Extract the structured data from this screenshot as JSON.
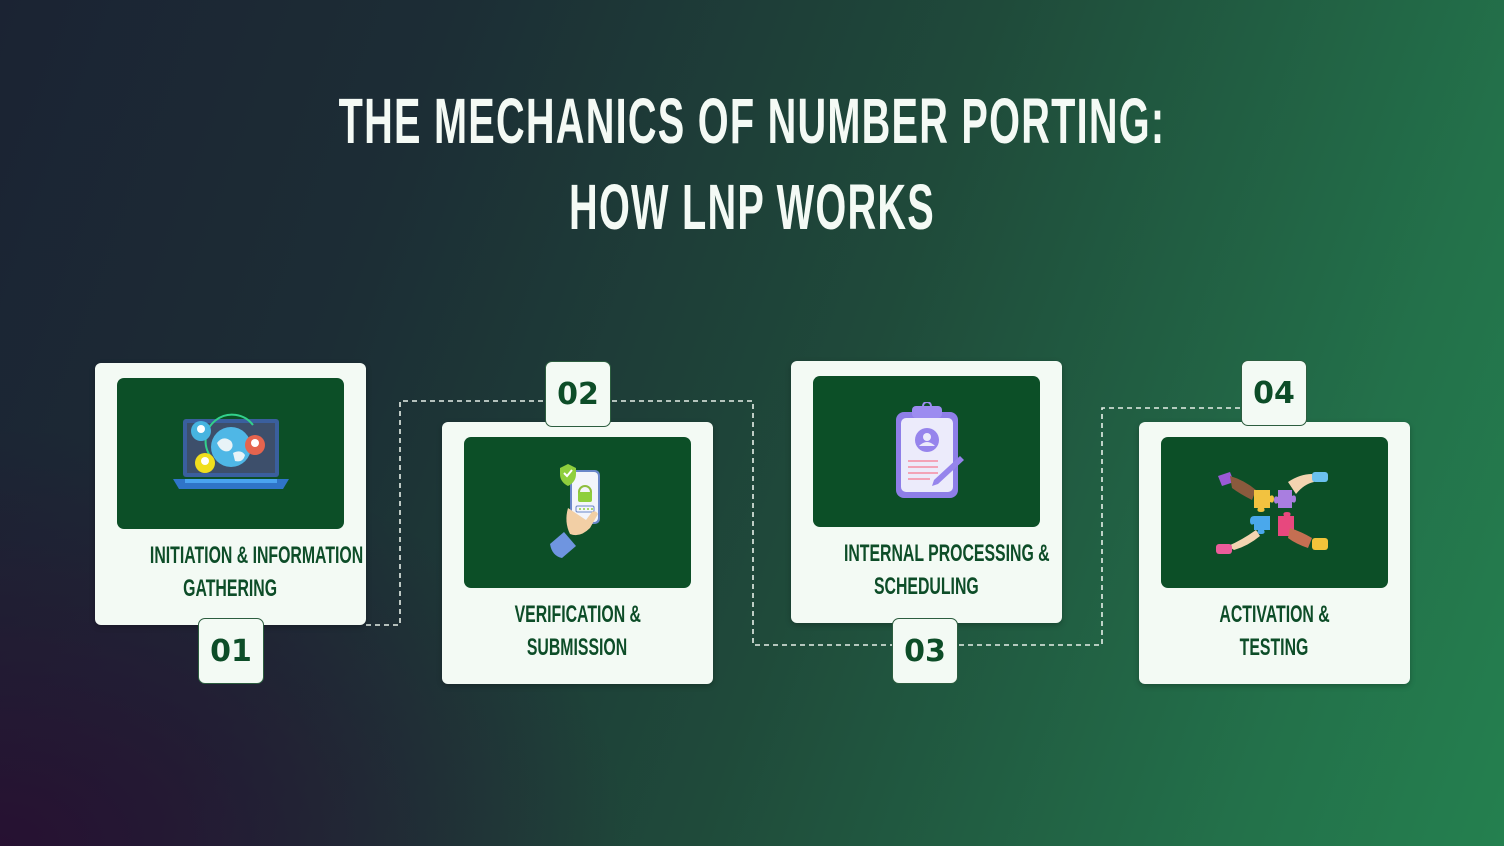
{
  "title": {
    "line1": "THE MECHANICS OF NUMBER PORTING:",
    "line2": "HOW LNP WORKS"
  },
  "colors": {
    "card_bg": "#f3faf4",
    "image_bg": "#0c4f27",
    "text_green": "#0d4d28",
    "title_text": "#f4faf5",
    "connector": "#e6efe8"
  },
  "steps": [
    {
      "number": "01",
      "line1": "INITIATION & INFORMATION",
      "line2": "GATHERING",
      "icon": "laptop-globe-network-icon"
    },
    {
      "number": "02",
      "line1": "VERIFICATION &",
      "line2": "SUBMISSION",
      "icon": "phone-security-lock-icon"
    },
    {
      "number": "03",
      "line1": "INTERNAL PROCESSING &",
      "line2": "SCHEDULING",
      "icon": "clipboard-profile-pen-icon"
    },
    {
      "number": "04",
      "line1": "ACTIVATION &",
      "line2": "TESTING",
      "icon": "puzzle-hands-icon"
    }
  ]
}
